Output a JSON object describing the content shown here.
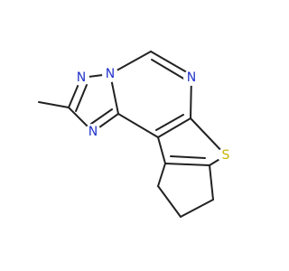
{
  "molecule": {
    "atoms": {
      "n1": {
        "label": "N",
        "color": "#2233cc"
      },
      "n2": {
        "label": "N",
        "color": "#2233cc"
      },
      "n3": {
        "label": "N",
        "color": "#2233cc"
      },
      "n4": {
        "label": "N",
        "color": "#2233cc"
      },
      "s1": {
        "label": "S",
        "color": "#c8b400"
      }
    },
    "bond_color": "#222222",
    "background": "#ffffff"
  }
}
